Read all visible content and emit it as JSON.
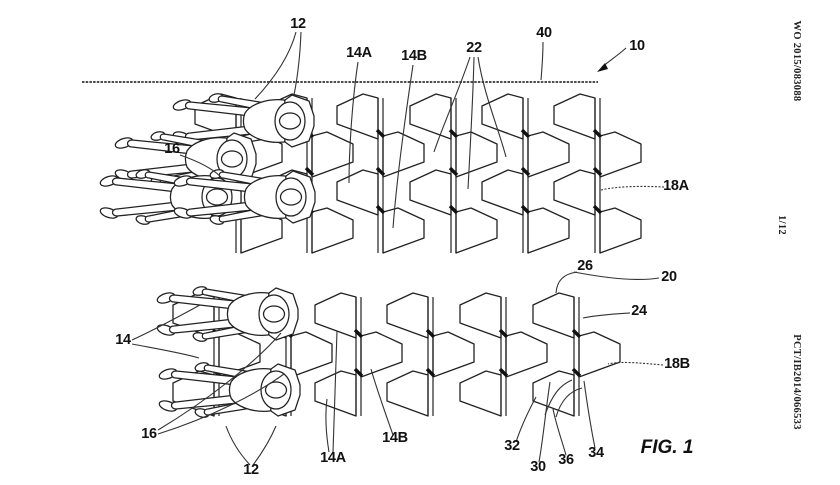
{
  "margin": {
    "publication": "WO 2015/083088",
    "sheet": "1/12",
    "application": "PCT/IB2014/066533"
  },
  "caption": {
    "fig": "FIG. 1"
  },
  "labels": {
    "t12": "12",
    "t14a": "14A",
    "t14b": "14B",
    "t22": "22",
    "t40": "40",
    "t10": "10",
    "t16": "16",
    "r18a": "18A",
    "r26": "26",
    "r20": "20",
    "r24": "24",
    "r18b": "18B",
    "b14": "14",
    "b16": "16",
    "b12": "12",
    "b14a": "14A",
    "b14b": "14B",
    "b32": "32",
    "b30": "30",
    "b36": "36",
    "b34": "34"
  }
}
